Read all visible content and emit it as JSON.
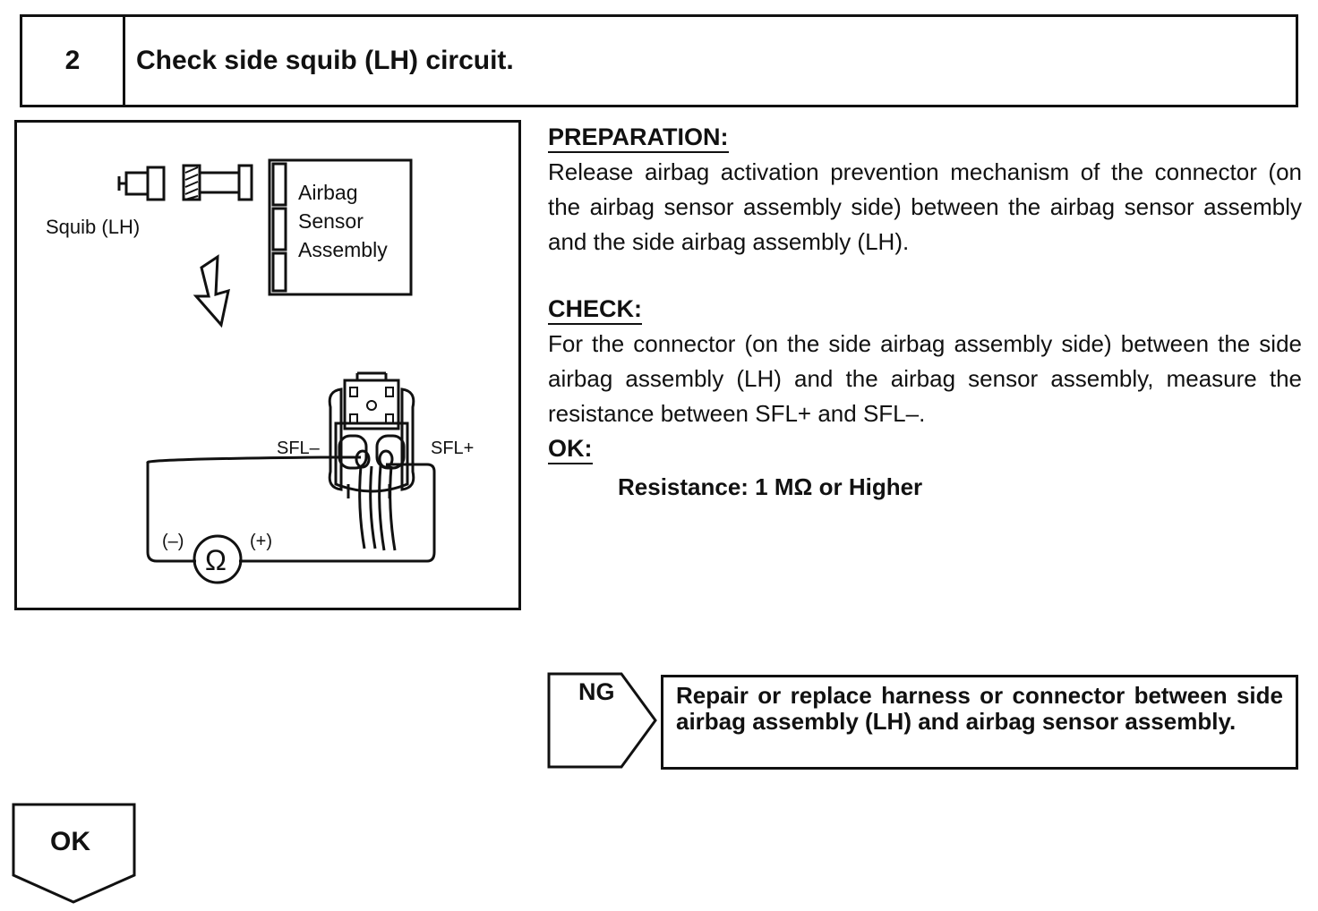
{
  "step": {
    "number": "2",
    "title": "Check side squib (LH) circuit."
  },
  "figure": {
    "squib_label": "Squib (LH)",
    "sensor_label_lines": [
      "Airbag",
      "Sensor",
      "Assembly"
    ],
    "sfl_minus": "SFL–",
    "sfl_plus": "SFL+",
    "meter_minus": "(–)",
    "meter_plus": "(+)",
    "meter_symbol": "Ω"
  },
  "preparation": {
    "heading": "PREPARATION:",
    "text": "Release airbag activation prevention mechanism of the connector (on the airbag sensor assembly side) between the airbag sensor assembly and the side airbag assembly (LH)."
  },
  "check": {
    "heading": "CHECK:",
    "text": "For the connector (on the side airbag assembly side) between the side airbag assembly (LH) and the airbag sensor assembly, measure the resistance between SFL+ and SFL–."
  },
  "ok_section": {
    "heading": "OK:",
    "spec": "Resistance: 1 MΩ or Higher"
  },
  "ng": {
    "label": "NG",
    "action": "Repair or replace harness or connector between side airbag assembly (LH) and airbag sensor assembly."
  },
  "ok_flow": {
    "label": "OK"
  }
}
